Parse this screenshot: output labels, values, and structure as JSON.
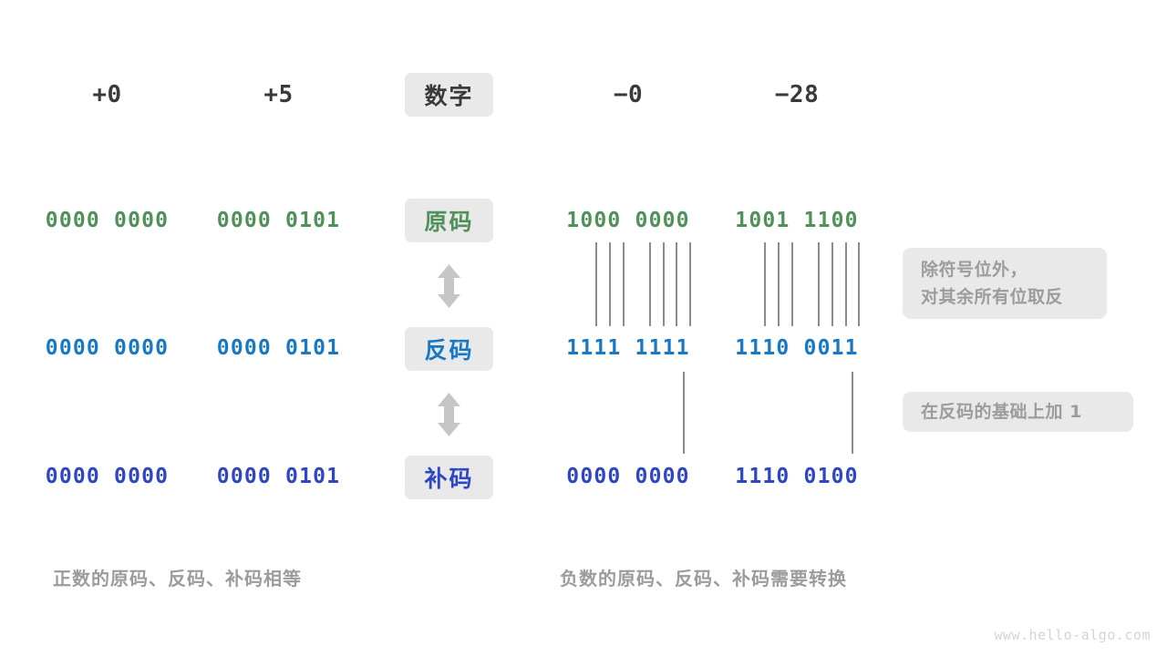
{
  "header": {
    "columns": [
      {
        "label": "+0",
        "kind": "number"
      },
      {
        "label": "+5",
        "kind": "number"
      },
      {
        "label": "数字",
        "kind": "badge"
      },
      {
        "label": "−0",
        "kind": "number"
      },
      {
        "label": "−28",
        "kind": "number"
      }
    ]
  },
  "rows": [
    {
      "name": "原码",
      "label": "原码",
      "color": "#4f9159",
      "values": [
        "0000 0000",
        "0000 0101",
        "1000 0000",
        "1001 1100"
      ]
    },
    {
      "name": "反码",
      "label": "反码",
      "color": "#1878c4",
      "values": [
        "0000 0000",
        "0000 0101",
        "1111 1111",
        "1110 0011"
      ]
    },
    {
      "name": "补码",
      "label": "补码",
      "color": "#2f46c4",
      "values": [
        "0000 0000",
        "0000 0101",
        "0000 0000",
        "1110 0100"
      ]
    }
  ],
  "notes": [
    {
      "id": "invert-note",
      "lines": [
        "除符号位外，",
        "对其余所有位取反"
      ]
    },
    {
      "id": "add-one-note",
      "lines": [
        "在反码的基础上加 1"
      ]
    }
  ],
  "captions": {
    "left": "正数的原码、反码、补码相等",
    "right": "负数的原码、反码、补码需要转换"
  },
  "arrows": {
    "icon": "double-vertical-arrow",
    "color": "#c6c6c6"
  },
  "watermark": "www.hello-algo.com",
  "palette": {
    "background": "#ffffff",
    "badge_bg": "#e9e9e9",
    "note_bg": "#e9e9e9",
    "note_text": "#9c9c9c",
    "caption_text": "#9c9c9c",
    "connector_line": "#8c8c8c",
    "header_text": "#3a3a3a",
    "green": "#4f9159",
    "blue": "#1878c4",
    "indigo": "#2f46c4"
  }
}
